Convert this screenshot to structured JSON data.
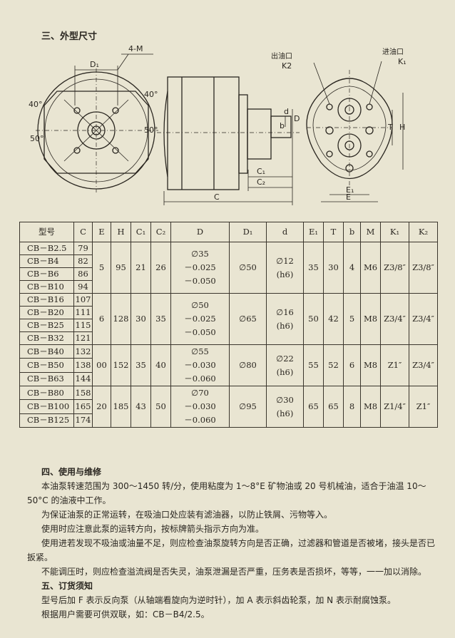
{
  "section3_title": "三、外型尺寸",
  "drawing": {
    "labels": {
      "d1": "D₁",
      "m": "4-M",
      "ang_40_left": "40°",
      "ang_40_right": "40°",
      "ang_50_left": "50°",
      "ang_50_right": "50°",
      "c": "C",
      "c1": "C₁",
      "c2": "C₂",
      "d": "d",
      "b": "b",
      "D": "D",
      "outlet": "出油口",
      "k2": "K2",
      "inlet": "进油口",
      "k1": "K₁",
      "t": "T",
      "h": "H",
      "e1": "E₁",
      "e": "E"
    }
  },
  "table": {
    "headers": [
      "型号",
      "C",
      "E",
      "H",
      "C₁",
      "C₂",
      "D",
      "D₁",
      "d",
      "E₁",
      "T",
      "b",
      "M",
      "K₁",
      "K₂"
    ],
    "groups": [
      {
        "rows": [
          [
            "CB－B2.5",
            "79"
          ],
          [
            "CB－B4",
            "82"
          ],
          [
            "CB－B6",
            "86"
          ],
          [
            "CB－B10",
            "94"
          ]
        ],
        "E": "5",
        "H": "95",
        "C1": "21",
        "C2": "26",
        "D": [
          "∅35",
          "－0.025",
          "－0.050"
        ],
        "D1": "∅50",
        "d": [
          "∅12",
          "(h6)"
        ],
        "E1": "35",
        "T": "30",
        "b": "4",
        "M": "M6",
        "K1": "Z3/8″",
        "K2": "Z3/8″"
      },
      {
        "rows": [
          [
            "CB－B16",
            "107"
          ],
          [
            "CB－B20",
            "111"
          ],
          [
            "CB－B25",
            "115"
          ],
          [
            "CB－B32",
            "121"
          ]
        ],
        "E": "6",
        "H": "128",
        "C1": "30",
        "C2": "35",
        "D": [
          "∅50",
          "－0.025",
          "－0.050"
        ],
        "D1": "∅65",
        "d": [
          "∅16",
          "(h6)"
        ],
        "E1": "50",
        "T": "42",
        "b": "5",
        "M": "M8",
        "K1": "Z3/4″",
        "K2": "Z3/4″"
      },
      {
        "rows": [
          [
            "CB－B40",
            "132"
          ],
          [
            "CB－B50",
            "138"
          ],
          [
            "CB－B63",
            "144"
          ]
        ],
        "E": "00",
        "H": "152",
        "C1": "35",
        "C2": "40",
        "D": [
          "∅55",
          "－0.030",
          "－0.060"
        ],
        "D1": "∅80",
        "d": [
          "∅22",
          "(h6)"
        ],
        "E1": "55",
        "T": "52",
        "b": "6",
        "M": "M8",
        "K1": "Z1″",
        "K2": "Z3/4″"
      },
      {
        "rows": [
          [
            "CB－B80",
            "158"
          ],
          [
            "CB－B100",
            "165"
          ],
          [
            "CB－B125",
            "174"
          ]
        ],
        "E": "20",
        "H": "185",
        "C1": "43",
        "C2": "50",
        "D": [
          "∅70",
          "－0.030",
          "－0.060"
        ],
        "D1": "∅95",
        "d": [
          "∅30",
          "(h6)"
        ],
        "E1": "65",
        "T": "65",
        "b": "8",
        "M": "M8",
        "K1": "Z1/4″",
        "K2": "Z1″"
      }
    ]
  },
  "section4": {
    "title": "四、使用与维修",
    "paragraphs": [
      "本油泵转速范围为 300～1450 转/分，使用粘度为 1～8°E 矿物油或 20 号机械油，适合于油温 10～50°C 的油液中工作。",
      "为保证油泵的正常运转，在吸油口处应装有滤油器，以防止铁屑、污物等入。",
      "使用时应注意此泵的运转方向，按标牌箭头指示方向为准。",
      "使用进若发现不吸油或油量不足，则应检查油泵旋转方向是否正确，过滤器和管道是否被堵，接头是否已扳紧。",
      "不能调压时，则应检查溢流阀是否失灵，油泵泄漏是否严重，压务表是否损坏，等等，一一加以消除。"
    ]
  },
  "section5": {
    "title": "五、订货须知",
    "paragraphs": [
      "型号后加 F 表示反向泵（从轴端看旋向为逆时针），加 A 表示斜齿轮泵，加 N 表示耐腐蚀泵。",
      "根据用户需要可供双联，如：CB－B4/2.5。"
    ]
  }
}
